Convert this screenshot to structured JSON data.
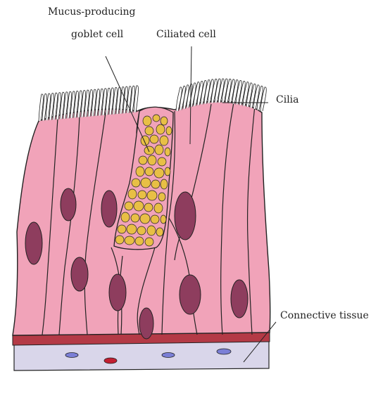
{
  "labels": {
    "goblet_line1": "Mucus-producing",
    "goblet_line2": "goblet cell",
    "ciliated": "Ciliated cell",
    "cilia": "Cilia",
    "connective": "Connective tissue"
  },
  "colors": {
    "cell_fill": "#f1a3b9",
    "nucleus": "#8e3d5e",
    "goblet_granule": "#e8bf45",
    "basement_membrane": "#b43a46",
    "connective_fill": "#d9d6ea",
    "connective_cell_blue": "#7b7fd6",
    "connective_cell_red": "#c21f32",
    "outline": "#222222"
  }
}
